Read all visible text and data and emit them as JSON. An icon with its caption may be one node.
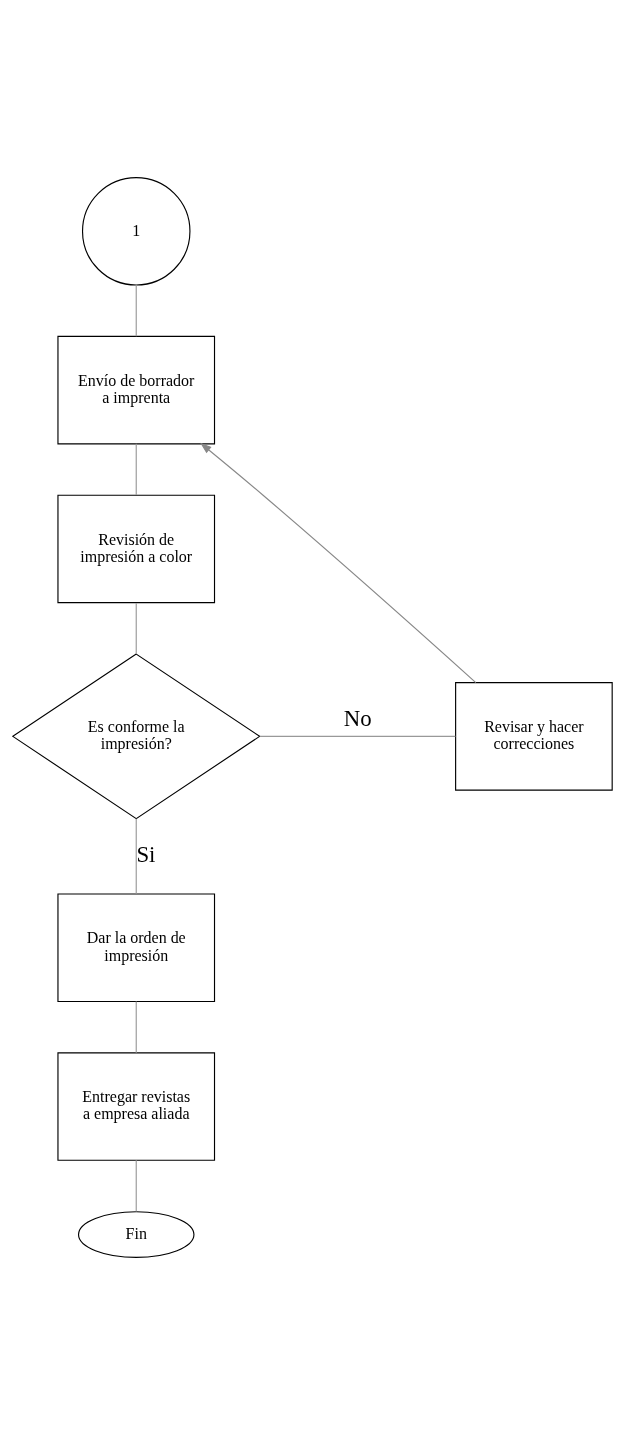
{
  "diagram": {
    "nodes": [
      {
        "text": [
          "1"
        ]
      },
      {
        "text": [
          "Envío de borrador a imprenta"
        ]
      },
      {
        "text": [
          "Revisión de impresión a color"
        ]
      },
      {
        "text": [
          "Es conforme la impresión?"
        ]
      },
      {
        "text": [
          "Revisar y hacer correcciones"
        ]
      },
      {
        "text": [
          "Dar la orden de impresión"
        ]
      },
      {
        "text": [
          "Entregar revistas a empresa aliada"
        ]
      },
      {
        "text": [
          "Fin"
        ]
      }
    ],
    "edges": [
      {
        "from": 0,
        "to": 1,
        "arrow": "none"
      },
      {
        "from": 1,
        "to": 2,
        "arrow": "none"
      },
      {
        "from": 2,
        "to": 3,
        "arrow": "none"
      },
      {
        "from": 3,
        "to": 4,
        "arrow": "none",
        "label": "No"
      },
      {
        "from": 4,
        "to": 1,
        "arrow": "to"
      },
      {
        "from": 3,
        "to": 5,
        "arrow": "none",
        "label": "Si"
      },
      {
        "from": 5,
        "to": 6,
        "arrow": "none"
      },
      {
        "from": 6,
        "to": 7,
        "arrow": "none"
      }
    ]
  }
}
